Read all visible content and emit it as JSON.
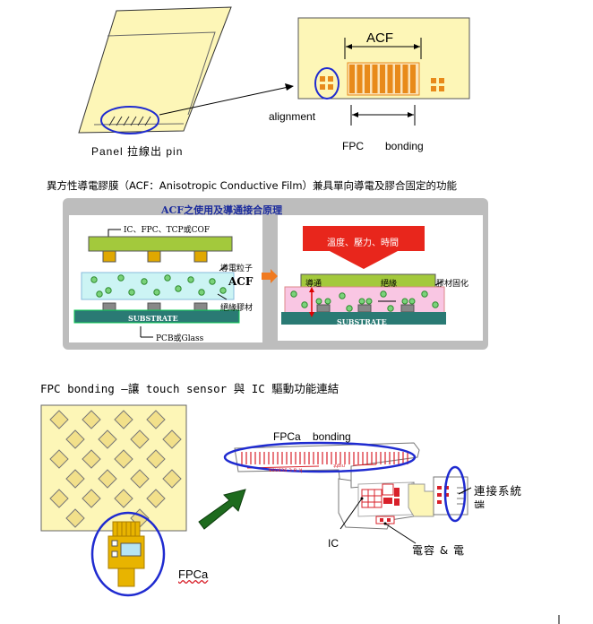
{
  "figure1": {
    "panel_caption": "Panel  拉線出  pin",
    "acf_label": "ACF",
    "alignment_label": "alignment",
    "fpc_label": "FPC",
    "bonding_label": "bonding"
  },
  "acf_description": "異方性導電膠膜（ACF：Anisotropic Conductive Film）兼具單向導電及膠合固定的功能",
  "figure2": {
    "title": "ACF之使用及導通接合原理",
    "ic_label": "IC、FPC、TCP或COF",
    "particle_label": "導電粒子",
    "acf_tag": "ACF",
    "insulating_label": "絕緣膠材",
    "substrate_left": "SUBSTRATE",
    "pcb_label": "PCB或Glass",
    "pressure_label": "溫度、壓力、時間",
    "conduct_label": "導通",
    "insulate_label": "絕緣",
    "cure_label": "膠材固化",
    "substrate_right": "SUBSTRATE"
  },
  "fpc_heading": "FPC bonding –讓 touch sensor 與 IC 驅動功能連結",
  "figure3": {
    "fpca_bonding_label": "FPCa    bonding",
    "connect_label": "連接系統",
    "connect_label_cont": "端",
    "ic_label": "IC",
    "capacitor_label": "電容 & 電",
    "fpca_label": "FPCa"
  },
  "colors": {
    "panel_yellow": "#fdf6b7",
    "circle_blue": "#1f2bd0",
    "pad_orange": "#e88a1a",
    "arrow_green": "#1e6b1e",
    "bond_red": "#d8202a",
    "ic_green": "#a3c93c",
    "pad_gold": "#e0a800",
    "acf_cyan": "#ccf4f4",
    "pink": "#f9c6e3",
    "substrate_teal": "#2a7a74",
    "arrow_red": "#e8261c"
  }
}
